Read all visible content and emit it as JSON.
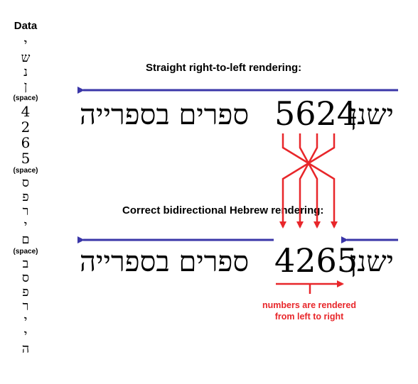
{
  "sidebar": {
    "title": "Data",
    "chars": [
      {
        "t": "י",
        "k": "ch"
      },
      {
        "t": "ש",
        "k": "ch"
      },
      {
        "t": "נ",
        "k": "ch"
      },
      {
        "t": "ן",
        "k": "ch"
      },
      {
        "t": "(space)",
        "k": "sp"
      },
      {
        "t": "4",
        "k": "digit"
      },
      {
        "t": "2",
        "k": "digit"
      },
      {
        "t": "6",
        "k": "digit"
      },
      {
        "t": "5",
        "k": "digit"
      },
      {
        "t": "(space)",
        "k": "sp"
      },
      {
        "t": "ס",
        "k": "ch"
      },
      {
        "t": "פ",
        "k": "ch"
      },
      {
        "t": "ר",
        "k": "ch"
      },
      {
        "t": "י",
        "k": "ch"
      },
      {
        "t": "ם",
        "k": "ch"
      },
      {
        "t": "(space)",
        "k": "sp"
      },
      {
        "t": "ב",
        "k": "ch"
      },
      {
        "t": "ס",
        "k": "ch"
      },
      {
        "t": "פ",
        "k": "ch"
      },
      {
        "t": "ר",
        "k": "ch"
      },
      {
        "t": "י",
        "k": "ch"
      },
      {
        "t": "י",
        "k": "ch"
      },
      {
        "t": "ה",
        "k": "ch"
      }
    ]
  },
  "straight": {
    "heading": "Straight right-to-left rendering:",
    "word_right": "ישנן",
    "number": "5624",
    "words_left": "ספרים בספרייה"
  },
  "correct": {
    "heading": "Correct bidirectional Hebrew rendering:",
    "word_right": "ישנן",
    "number": "4265",
    "words_left": "ספרים בספרייה"
  },
  "note": {
    "line1": "numbers are rendered",
    "line2": "from left to right"
  },
  "colors": {
    "blue_arrow": "#3a36a8",
    "red_arrow": "#e8262a",
    "text": "#000000"
  }
}
